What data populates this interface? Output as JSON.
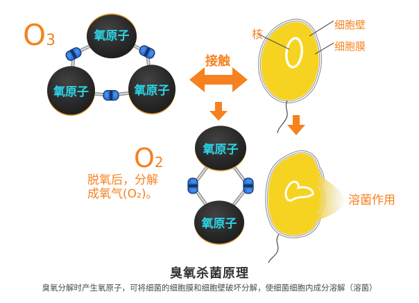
{
  "o3": {
    "formula": "O",
    "sub": "3",
    "atom_top": "氧原子",
    "atom_left": "氧原子",
    "atom_right": "氧原子"
  },
  "contact": {
    "label": "接触"
  },
  "cell": {
    "nucleus": "核",
    "wall": "细胞壁",
    "membrane": "细胞膜"
  },
  "o2": {
    "formula": "O",
    "sub": "2",
    "atom_top": "氧原子",
    "atom_bottom": "氧原子",
    "note1": "脱氧后，分解",
    "note2": "成氧气(O₂)。"
  },
  "lysis": {
    "label": "溶菌作用"
  },
  "footer": {
    "title": "臭氧杀菌原理",
    "description": "臭氧分解时产生氧原子，可将细菌的细胞膜和细胞壁破坏分解，使细菌细胞内成分溶解（溶菌）"
  },
  "colors": {
    "accent_orange": "#f5821f",
    "atom_text_cyan": "#2bd4e6",
    "atom_fill_dark": "#2a2a2a",
    "atom_rim_amber": "#dd9a2c",
    "cell_yellow": "#f6d320",
    "outline_gray": "#9b9b9b",
    "bond_blue": "#2e74d8",
    "title_color": "#333333"
  }
}
